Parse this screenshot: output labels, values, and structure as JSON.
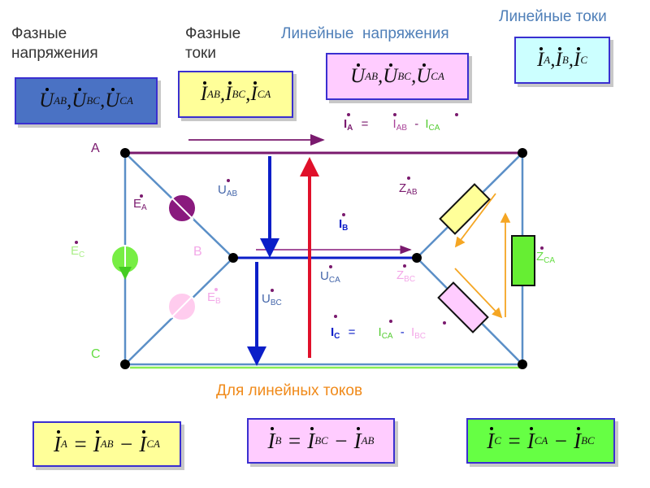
{
  "headings": {
    "phase_voltages": [
      "Фазные",
      "напряжения"
    ],
    "phase_currents": [
      "Фазные",
      "токи"
    ],
    "line_voltages": "Линейные  напряжения",
    "line_currents": "Линейные токи"
  },
  "top_formulas": {
    "phase_voltages": {
      "symbol": "U",
      "subs": [
        "AB",
        "BC",
        "CA"
      ],
      "color": "#4a72c4"
    },
    "phase_currents": {
      "symbol": "I",
      "subs": [
        "AB",
        "BC",
        "CA"
      ],
      "color": "#ffff99"
    },
    "line_voltages": {
      "symbol": "U",
      "subs": [
        "AB",
        "BC",
        "CA"
      ],
      "color": "#ffccff"
    },
    "line_currents": {
      "symbol": "I",
      "subs": [
        "A",
        "B",
        "C"
      ],
      "color": "#ccffff"
    }
  },
  "circuit": {
    "node_A": "A",
    "node_B": "B",
    "node_C": "C",
    "emf": {
      "EA": {
        "main": "E",
        "sub": "A"
      },
      "EB": {
        "main": "E",
        "sub": "B"
      },
      "EC": {
        "main": "E",
        "sub": "C"
      }
    },
    "voltages": {
      "UAB": {
        "main": "U",
        "sub": "AB"
      },
      "UBC": {
        "main": "U",
        "sub": "BC"
      },
      "UCA": {
        "main": "U",
        "sub": "CA"
      }
    },
    "impedances": {
      "ZAB": {
        "main": "Z",
        "sub": "AB"
      },
      "ZBC": {
        "main": "Z",
        "sub": "BC"
      },
      "ZCA": {
        "main": "Z",
        "sub": "CA"
      }
    },
    "current_IB": {
      "main": "I",
      "sub": "B"
    },
    "eq_IA": {
      "lhs": {
        "main": "I",
        "sub": "A"
      },
      "eq": "=",
      "t1": {
        "main": "I",
        "sub": "AB"
      },
      "minus": "-",
      "t2": {
        "main": "I",
        "sub": "CA"
      }
    },
    "eq_IC": {
      "lhs": {
        "main": "I",
        "sub": "C"
      },
      "eq": "=",
      "t1": {
        "main": "I",
        "sub": "CA"
      },
      "minus": "-",
      "t2": {
        "main": "I",
        "sub": "BC"
      }
    },
    "caption": "Для линейных токов"
  },
  "bottom_formulas": [
    {
      "lhs": "A",
      "t1": "AB",
      "t2": "CA",
      "color": "#ffff99"
    },
    {
      "lhs": "B",
      "t1": "BC",
      "t2": "AB",
      "color": "#ffccff"
    },
    {
      "lhs": "C",
      "t1": "CA",
      "t2": "BC",
      "color": "#66ff44"
    }
  ],
  "colors": {
    "accent_purple": "#7a1a6e",
    "accent_blue": "#0b1ec8",
    "accent_red": "#e0102a",
    "accent_green": "#66dd44",
    "accent_orange": "#f5a623",
    "wire": "#5b8fc7",
    "box_border": "#3a2fd0"
  }
}
